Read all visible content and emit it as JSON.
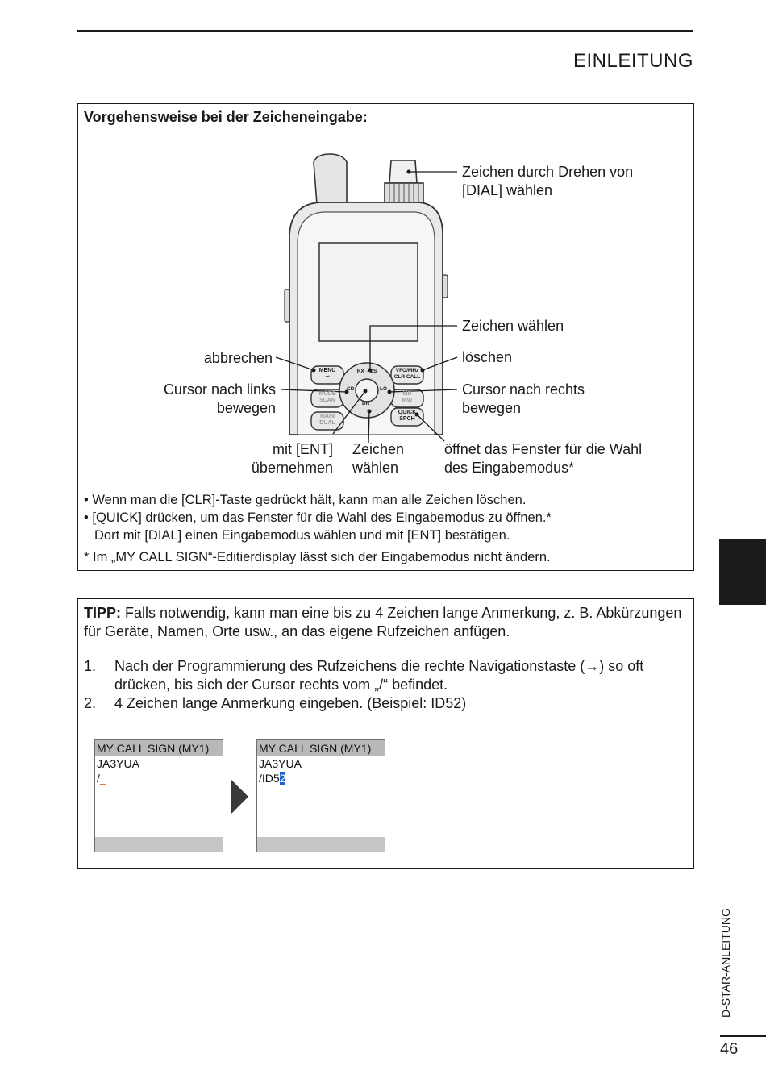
{
  "header": {
    "section_title": "EINLEITUNG"
  },
  "box1": {
    "heading": "Vorgehensweise bei der Zeicheneingabe:",
    "labels": {
      "dial_l1": "Zeichen durch Drehen von",
      "dial_l2": "[DIAL] wählen",
      "up": "Zeichen wählen",
      "cancel": "abbrechen",
      "delete": "löschen",
      "left_l1": "Cursor nach links",
      "left_l2": "bewegen",
      "right_l1": "Cursor nach rechts",
      "right_l2": "bewegen",
      "ent_l1": "mit [ENT]",
      "ent_l2": "übernehmen",
      "down_l1": "Zeichen",
      "down_l2": "wählen",
      "quick_l1": "öffnet das Fenster für die Wahl",
      "quick_l2": "des Eingabemodus*"
    },
    "keys": {
      "menu_1": "MENU",
      "menu_2": "⊸",
      "vfo_1": "VFO/MHz",
      "vfo_2": "CLR CALL",
      "mode_1": "MODE",
      "mode_2": "SCAN",
      "mw_1": "MR",
      "mw_2": "MW",
      "main_1": "MAIN",
      "main_2": "DUAL",
      "quick_1": "QUICK",
      "quick_2": "SPCH",
      "pad_up": "RX→CS",
      "pad_left": "CD",
      "pad_right": "LO",
      "pad_down": "DR"
    },
    "notes": {
      "n1": "• Wenn man die [CLR]-Taste gedrückt hält, kann man alle Zeichen löschen.",
      "n2": "• [QUICK] drücken, um das Fenster für die Wahl des Eingabemodus zu öffnen.*",
      "n3": "Dort mit [DIAL] einen Eingabemodus wählen und mit [ENT] bestätigen.",
      "n4": "* Im „MY CALL SIGN“-Editierdisplay lässt sich der Eingabemodus nicht ändern."
    }
  },
  "box2": {
    "tipp_label": "TIPP:",
    "tipp_text": " Falls notwendig, kann man eine bis zu 4 Zeichen lange Anmerkung, z. B. Abkürzungen für Geräte, Namen, Orte usw., an das eigene Rufzeichen anfügen.",
    "steps": [
      {
        "num": "1.",
        "text": "Nach der Programmierung des Rufzeichens die rechte Navigationstaste (→) so oft drücken, bis sich der Cursor rechts vom „/“ befindet."
      },
      {
        "num": "2.",
        "text": "4 Zeichen lange Anmerkung eingeben. (Beispiel: ID52)"
      }
    ],
    "screen1": {
      "header": "MY CALL SIGN (MY1)",
      "line1": "JA3YUA",
      "line2": "/",
      "cursor": "_"
    },
    "screen2": {
      "header": "MY CALL SIGN (MY1)",
      "line1": "JA3YUA",
      "line2": "/ID5",
      "cursor": "2"
    }
  },
  "side": {
    "label": "D-STAR-ANLEITUNG",
    "page_number": "46"
  }
}
